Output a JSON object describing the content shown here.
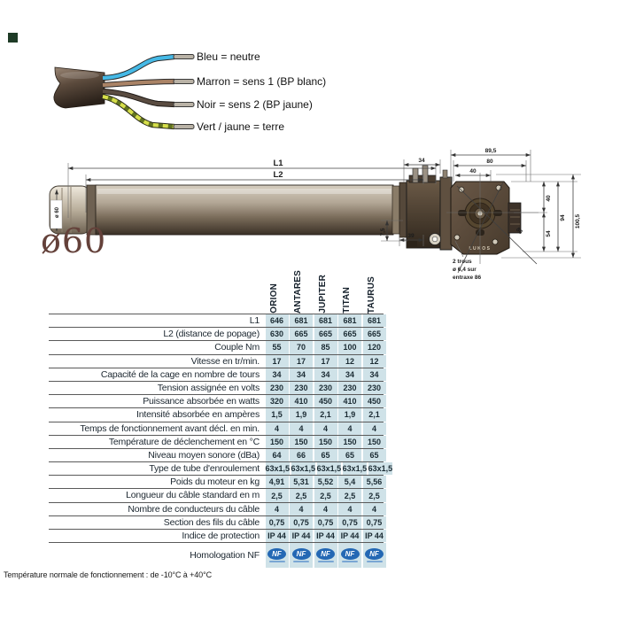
{
  "wiring": {
    "labels": [
      {
        "text": "Bleu = neutre"
      },
      {
        "text": "Marron = sens 1 (BP blanc)"
      },
      {
        "text": "Noir = sens 2 (BP jaune)"
      },
      {
        "text": "Vert / jaune = terre"
      }
    ],
    "wire_colors": {
      "blue": "#45b9e6",
      "brown": "#aa8366",
      "black": "#4f4238",
      "green_dark": "#61731f",
      "green_yellow": "#d6de4b"
    }
  },
  "drawing": {
    "dia_big": "ø60",
    "brand": "LUKOS",
    "dims": {
      "l1": "L1",
      "l2": "L2",
      "dia_side": "ø 60",
      "head_len": "34",
      "top1": "89,5",
      "top2": "80",
      "top3": "40",
      "r1": "40",
      "r2": "54",
      "r3": "94",
      "r4": "100,5",
      "diag": "86",
      "off_v": "7,5",
      "off_h": "39",
      "note1": "2 trous",
      "note2": "ø 6,4 sur",
      "note3": "entraxe 86"
    }
  },
  "table": {
    "columns": [
      "ORION",
      "ANTARES",
      "JUPITER",
      "TITAN",
      "TAURUS"
    ],
    "value_bg": "#cfe2e8",
    "rows": [
      {
        "label": "L1",
        "v0": "646",
        "v1": "681",
        "v2": "681",
        "v3": "681",
        "v4": "681"
      },
      {
        "label": "L2 (distance de popage)",
        "v0": "630",
        "v1": "665",
        "v2": "665",
        "v3": "665",
        "v4": "665"
      },
      {
        "label": "Couple Nm",
        "v0": "55",
        "v1": "70",
        "v2": "85",
        "v3": "100",
        "v4": "120"
      },
      {
        "label": "Vitesse en tr/min.",
        "v0": "17",
        "v1": "17",
        "v2": "17",
        "v3": "12",
        "v4": "12"
      },
      {
        "label": "Capacité de la cage en nombre de tours",
        "v0": "34",
        "v1": "34",
        "v2": "34",
        "v3": "34",
        "v4": "34"
      },
      {
        "label": "Tension assignée en volts",
        "v0": "230",
        "v1": "230",
        "v2": "230",
        "v3": "230",
        "v4": "230"
      },
      {
        "label": "Puissance absorbée en watts",
        "v0": "320",
        "v1": "410",
        "v2": "450",
        "v3": "410",
        "v4": "450"
      },
      {
        "label": "Intensité absorbée en ampères",
        "v0": "1,5",
        "v1": "1,9",
        "v2": "2,1",
        "v3": "1,9",
        "v4": "2,1"
      },
      {
        "label": "Temps de fonctionnement avant décl. en min.",
        "v0": "4",
        "v1": "4",
        "v2": "4",
        "v3": "4",
        "v4": "4"
      },
      {
        "label": "Température de déclenchement en °C",
        "v0": "150",
        "v1": "150",
        "v2": "150",
        "v3": "150",
        "v4": "150"
      },
      {
        "label": "Niveau moyen sonore (dBa)",
        "v0": "64",
        "v1": "66",
        "v2": "65",
        "v3": "65",
        "v4": "65"
      },
      {
        "label": "Type de tube d'enroulement",
        "v0": "63x1,5",
        "v1": "63x1,5",
        "v2": "63x1,5",
        "v3": "63x1,5",
        "v4": "63x1,5"
      },
      {
        "label": "Poids du moteur en kg",
        "v0": "4,91",
        "v1": "5,31",
        "v2": "5,52",
        "v3": "5,4",
        "v4": "5,56"
      },
      {
        "label": "Longueur du câble standard en m",
        "v0": "2,5",
        "v1": "2,5",
        "v2": "2,5",
        "v3": "2,5",
        "v4": "2,5"
      },
      {
        "label": "Nombre de conducteurs du câble",
        "v0": "4",
        "v1": "4",
        "v2": "4",
        "v3": "4",
        "v4": "4"
      },
      {
        "label": "Section des fils du câble",
        "v0": "0,75",
        "v1": "0,75",
        "v2": "0,75",
        "v3": "0,75",
        "v4": "0,75"
      },
      {
        "label": "Indice de protection",
        "v0": "IP 44",
        "v1": "IP 44",
        "v2": "IP 44",
        "v3": "IP 44",
        "v4": "IP 44"
      }
    ],
    "nf_label": "Homologation NF",
    "nf_logo": "NF",
    "footnote": "Température normale de fonctionnement : de -10°C à +40°C"
  }
}
